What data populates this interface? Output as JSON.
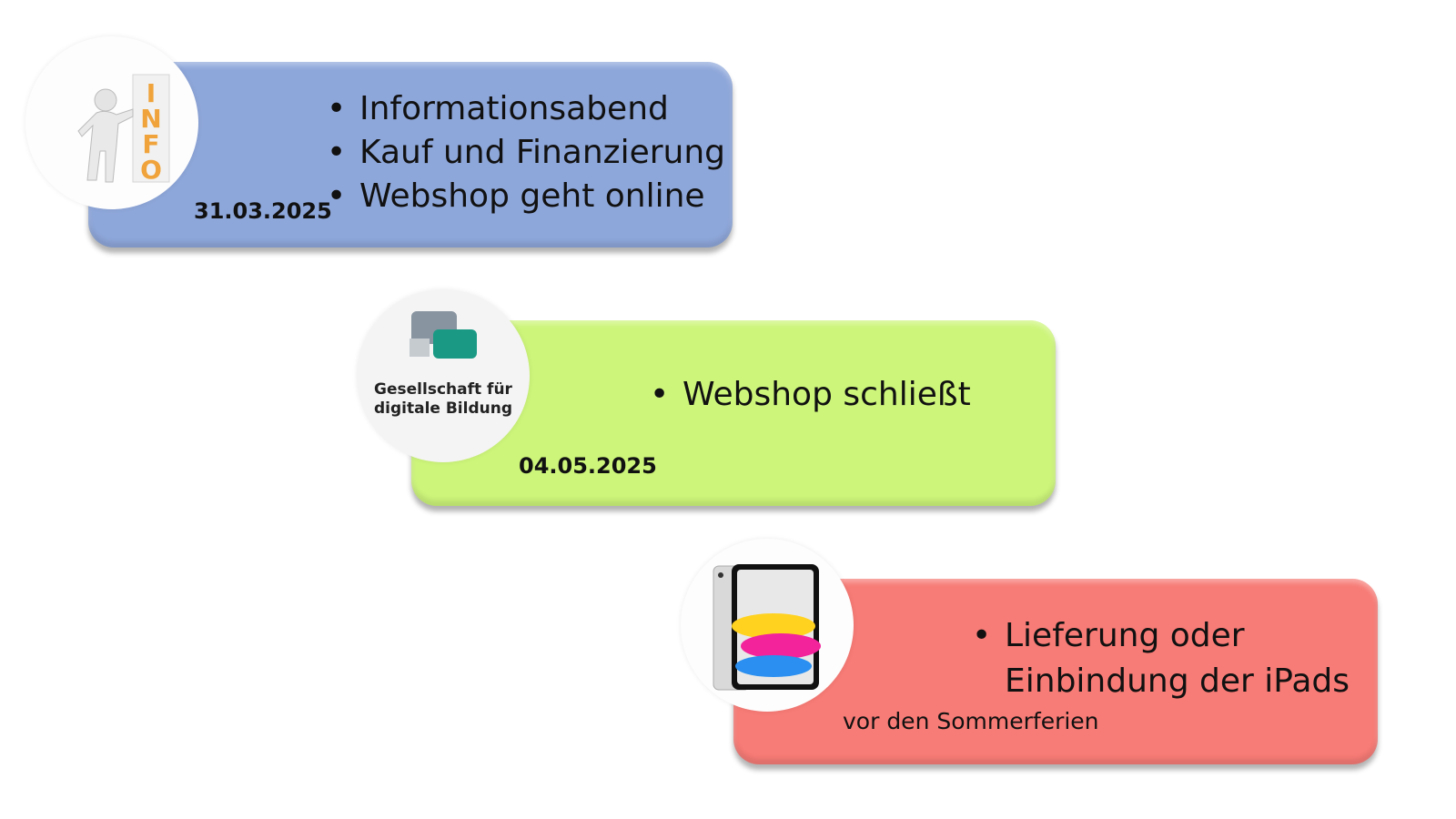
{
  "steps": [
    {
      "date": "31.03.2025",
      "bullets": [
        "Informationsabend",
        "Kauf und Finanzierung",
        "Webshop geht online"
      ],
      "icon": "info-figure-icon",
      "color": "#8ea7da"
    },
    {
      "date": "04.05.2025",
      "bullets": [
        "Webshop schließt"
      ],
      "icon": "gesellschaft-logo-icon",
      "logo_text": [
        "Gesellschaft für",
        "digitale Bildung"
      ],
      "color": "#cdf57a"
    },
    {
      "date": "vor den Sommerferien",
      "bullets": [
        "Lieferung oder Einbindung der iPads"
      ],
      "icon": "ipad-icon",
      "color": "#f77b76"
    }
  ]
}
